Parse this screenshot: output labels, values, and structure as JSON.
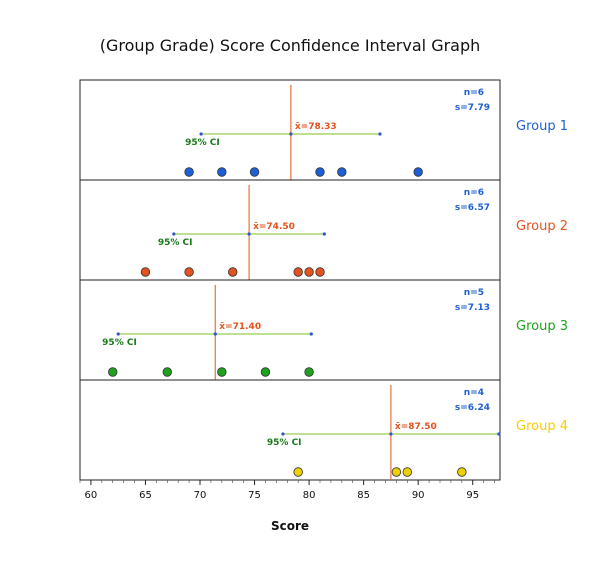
{
  "chart_data": {
    "type": "scatter",
    "title": "(Group Grade) Score Confidence Interval Graph",
    "xlabel": "Score",
    "xlim": [
      59,
      97.5
    ],
    "xticks": [
      60,
      65,
      70,
      75,
      80,
      85,
      90,
      95
    ],
    "ci_label": "95% CI",
    "groups": [
      {
        "name": "Group 1",
        "color": "#1f5fd6",
        "n_label": "n=6",
        "s_label": "s=7.79",
        "mean_label": "x̄=78.33",
        "mean": 78.33,
        "ci": [
          70.1,
          86.5
        ],
        "values": [
          69,
          72,
          75,
          81,
          83,
          90
        ]
      },
      {
        "name": "Group 2",
        "color": "#e2531f",
        "n_label": "n=6",
        "s_label": "s=6.57",
        "mean_label": "x̄=74.50",
        "mean": 74.5,
        "ci": [
          67.6,
          81.4
        ],
        "values": [
          65,
          69,
          73,
          79,
          80,
          81
        ]
      },
      {
        "name": "Group 3",
        "color": "#1ea21e",
        "n_label": "n=5",
        "s_label": "s=7.13",
        "mean_label": "x̄=71.40",
        "mean": 71.4,
        "ci": [
          62.5,
          80.2
        ],
        "values": [
          62,
          67,
          72,
          76,
          80
        ]
      },
      {
        "name": "Group 4",
        "color": "#f2d000",
        "n_label": "n=4",
        "s_label": "s=6.24",
        "mean_label": "x̄=87.50",
        "mean": 87.5,
        "ci": [
          77.6,
          97.4
        ],
        "values": [
          79,
          88,
          89,
          94
        ]
      }
    ],
    "colors": {
      "mean_line": "#e8703a",
      "mean_text": "#e2531f",
      "ci_line": "#a8d66a",
      "ci_end": "#3355cc",
      "ci_text": "#1a7a1a",
      "stat_text": "#1f5fd6"
    }
  }
}
